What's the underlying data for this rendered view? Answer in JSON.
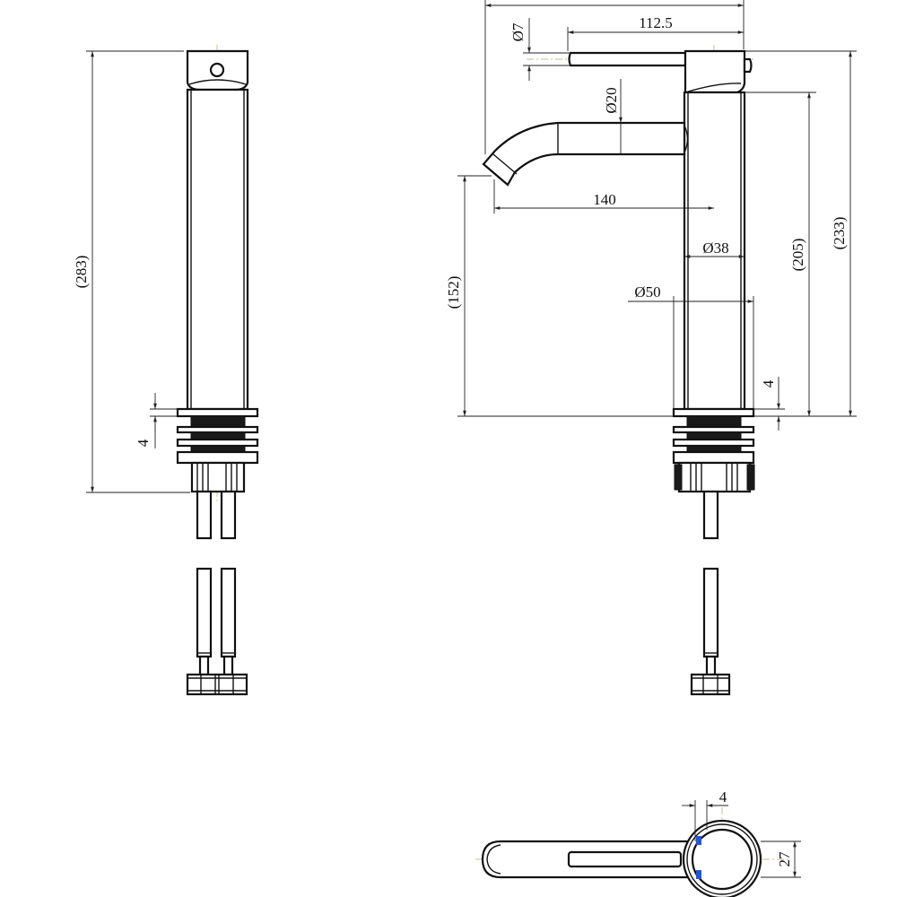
{
  "drawing": {
    "front_view": {
      "dims": {
        "overall_height": "(283)",
        "washer_gap": "4"
      }
    },
    "side_view": {
      "dims": {
        "handle_dia": "Ø7",
        "handle_length": "112.5",
        "spout_dia": "Ø20",
        "spout_reach": "140",
        "body_dia": "Ø38",
        "base_dia": "Ø50",
        "spout_height": "(152)",
        "body_height": "(205)",
        "total_height": "(233)",
        "washer_gap": "4"
      }
    },
    "top_view": {
      "dims": {
        "offset": "4",
        "width": "27"
      }
    }
  }
}
